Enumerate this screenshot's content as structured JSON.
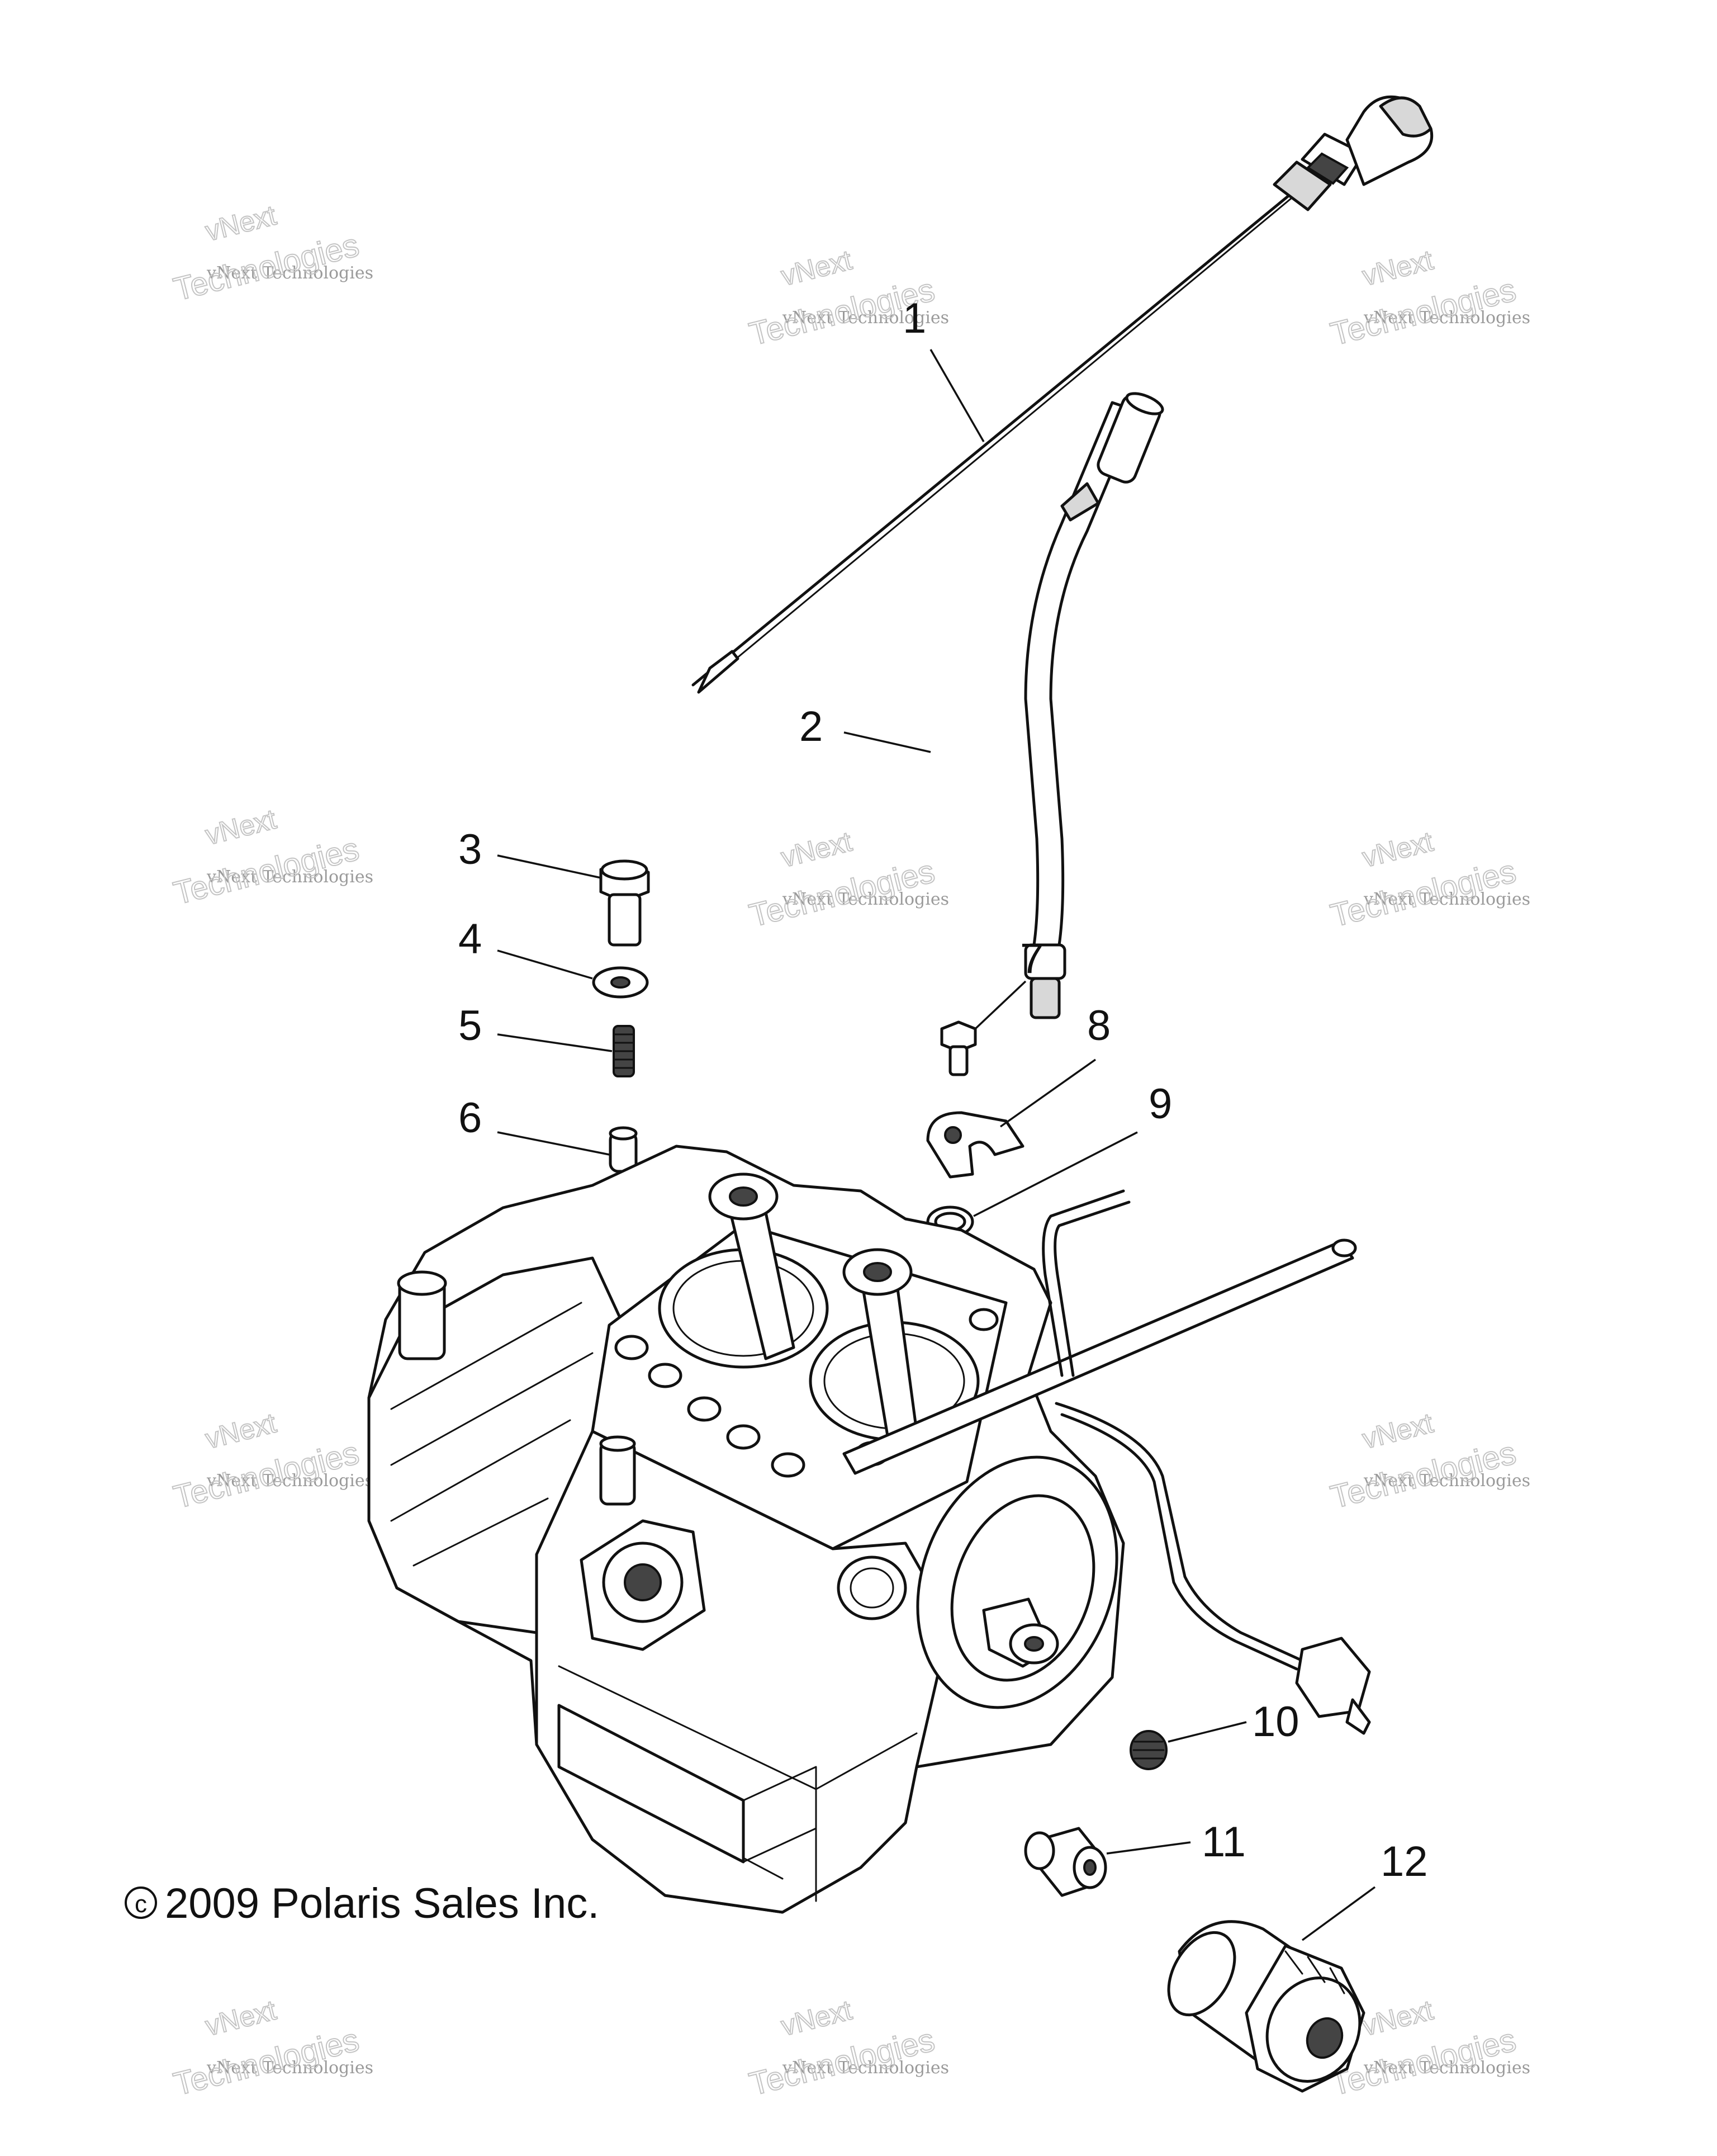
{
  "callouts": [
    {
      "id": "1",
      "label": "1"
    },
    {
      "id": "2",
      "label": "2"
    },
    {
      "id": "3",
      "label": "3"
    },
    {
      "id": "4",
      "label": "4"
    },
    {
      "id": "5",
      "label": "5"
    },
    {
      "id": "6",
      "label": "6"
    },
    {
      "id": "7",
      "label": "7"
    },
    {
      "id": "8",
      "label": "8"
    },
    {
      "id": "9",
      "label": "9"
    },
    {
      "id": "10",
      "label": "10"
    },
    {
      "id": "11",
      "label": "11"
    },
    {
      "id": "12",
      "label": "12"
    }
  ],
  "copyright": "2009 Polaris Sales Inc.",
  "copyright_symbol": "©",
  "watermark": {
    "line1": "vNext Technologies",
    "line2": "vNext",
    "line3": "Technologies"
  }
}
